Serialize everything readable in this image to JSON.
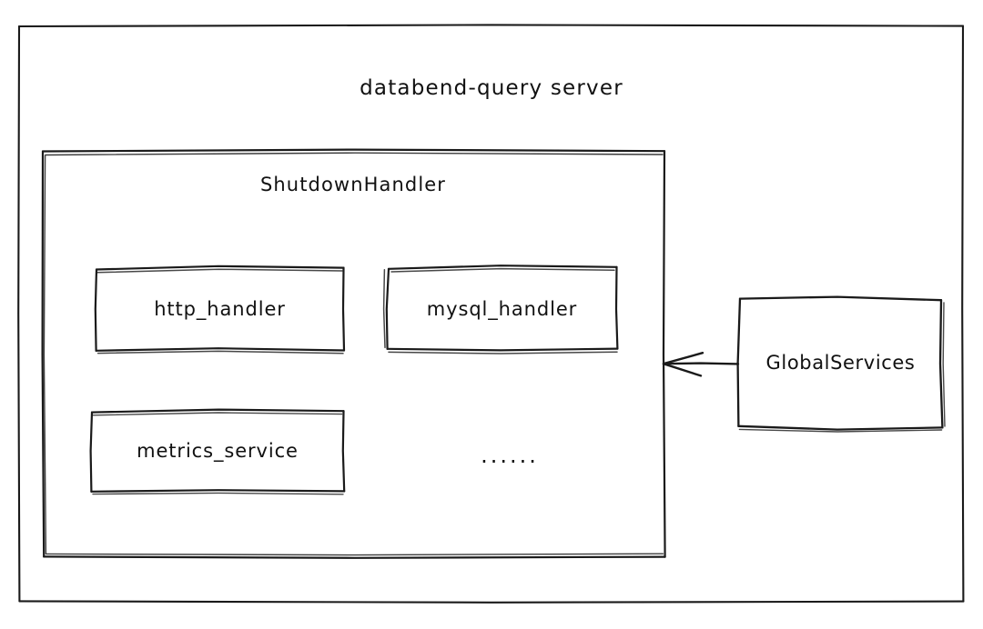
{
  "diagram": {
    "title": "databend-query server",
    "style": "hand-drawn sketch",
    "stroke_color": "#1a1a1a",
    "background_color": "#ffffff",
    "outer_container": {
      "label": "databend-query server",
      "name": "databend-query-server-boundary"
    },
    "shutdown_handler": {
      "label": "ShutdownHandler",
      "name": "shutdown-handler-container"
    },
    "services": [
      {
        "label": "http_handler",
        "name": "http-handler-box"
      },
      {
        "label": "mysql_handler",
        "name": "mysql-handler-box"
      },
      {
        "label": "metrics_service",
        "name": "metrics-service-box"
      }
    ],
    "ellipsis": "......",
    "global_services": {
      "label": "GlobalServices",
      "name": "global-services-box"
    },
    "connector": {
      "name": "global-services-to-shutdown-handler-arrow",
      "from": "GlobalServices",
      "to": "ShutdownHandler",
      "direction": "left",
      "arrowhead": "open"
    }
  }
}
